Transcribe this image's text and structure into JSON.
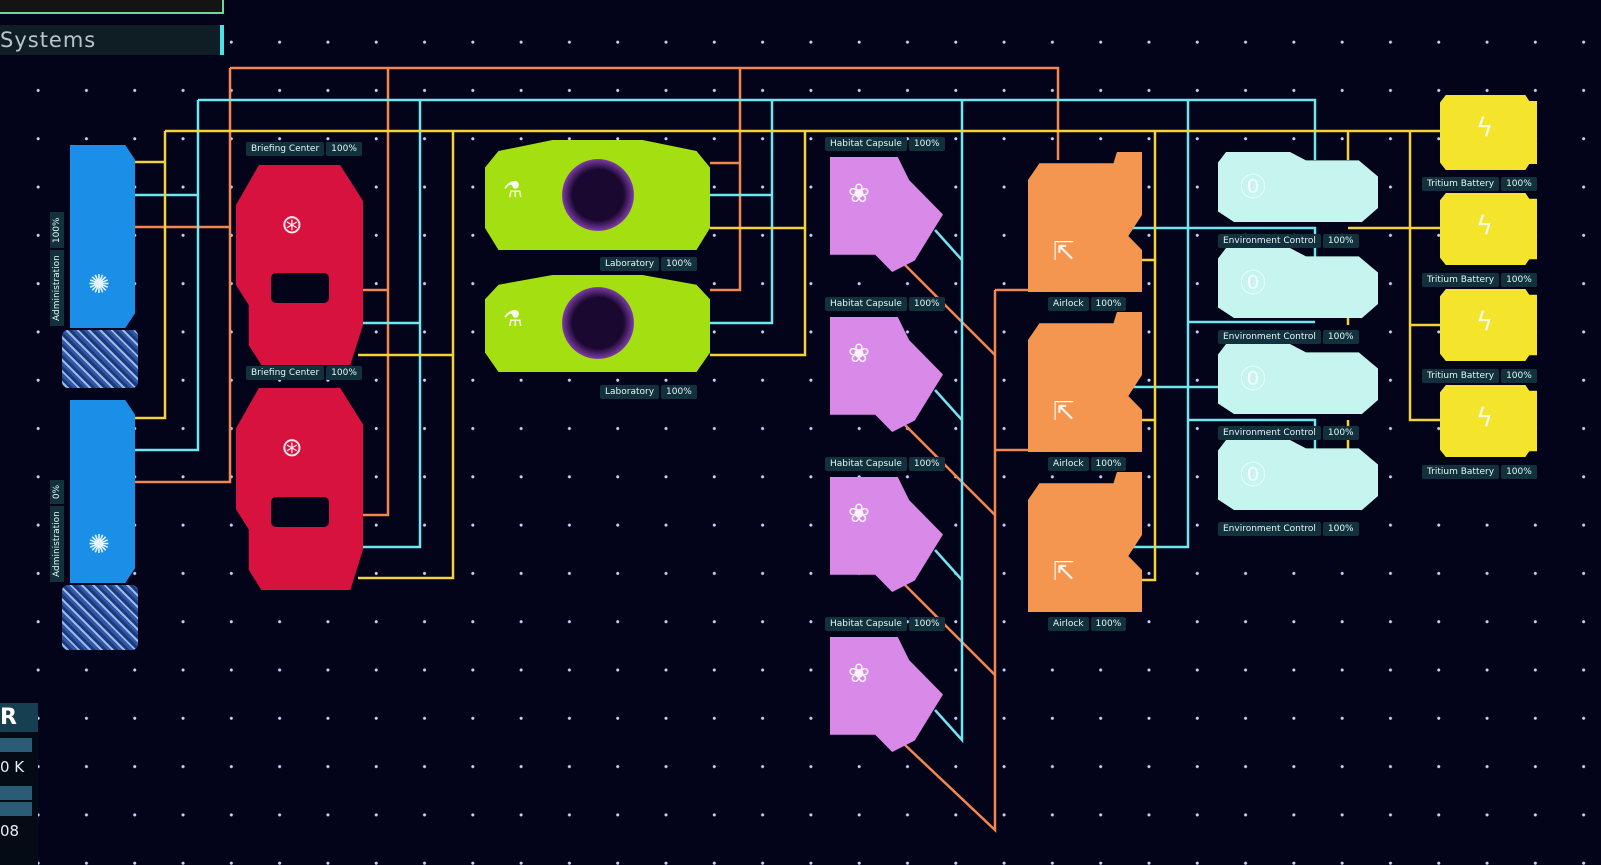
{
  "panel": {
    "title": "Systems"
  },
  "hud": {
    "header": "R",
    "value1": "0 K",
    "value2": "08"
  },
  "modules": {
    "administration": [
      {
        "name": "Administration",
        "pct": "100%"
      },
      {
        "name": "Administration",
        "pct": "0%"
      }
    ],
    "briefing": [
      {
        "name": "Briefing Center",
        "pct": "100%"
      },
      {
        "name": "Briefing Center",
        "pct": "100%"
      }
    ],
    "laboratory": [
      {
        "name": "Laboratory",
        "pct": "100%"
      },
      {
        "name": "Laboratory",
        "pct": "100%"
      }
    ],
    "habitat": [
      {
        "name": "Habitat Capsule",
        "pct": "100%"
      },
      {
        "name": "Habitat Capsule",
        "pct": "100%"
      },
      {
        "name": "Habitat Capsule",
        "pct": "100%"
      },
      {
        "name": "Habitat Capsule",
        "pct": "100%"
      }
    ],
    "airlock": [
      {
        "name": "Airlock",
        "pct": "100%"
      },
      {
        "name": "Airlock",
        "pct": "100%"
      },
      {
        "name": "Airlock",
        "pct": "100%"
      }
    ],
    "environment": [
      {
        "name": "Environment Control",
        "pct": "100%"
      },
      {
        "name": "Environment Control",
        "pct": "100%"
      },
      {
        "name": "Environment Control",
        "pct": "100%"
      },
      {
        "name": "Environment Control",
        "pct": "100%"
      }
    ],
    "battery": [
      {
        "name": "Tritium Battery",
        "pct": "100%"
      },
      {
        "name": "Tritium Battery",
        "pct": "100%"
      },
      {
        "name": "Tritium Battery",
        "pct": "100%"
      },
      {
        "name": "Tritium Battery",
        "pct": "100%"
      }
    ]
  },
  "colors": {
    "orange_wire": "#f4864f",
    "cyan_wire": "#6fe6f0",
    "yellow_wire": "#f4d23a"
  }
}
